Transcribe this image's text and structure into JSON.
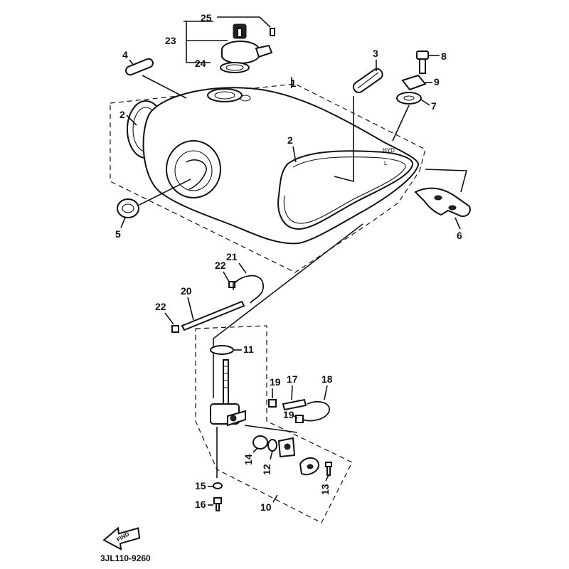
{
  "diagram": {
    "catalog_code": "3JL110-9260",
    "find_badge": "FIND",
    "callouts": [
      "1",
      "2",
      "2",
      "3",
      "4",
      "5",
      "6",
      "7",
      "8",
      "9",
      "10",
      "11",
      "12",
      "13",
      "14",
      "15",
      "16",
      "17",
      "18",
      "19",
      "19",
      "20",
      "21",
      "22",
      "22",
      "23",
      "24",
      "25"
    ]
  }
}
